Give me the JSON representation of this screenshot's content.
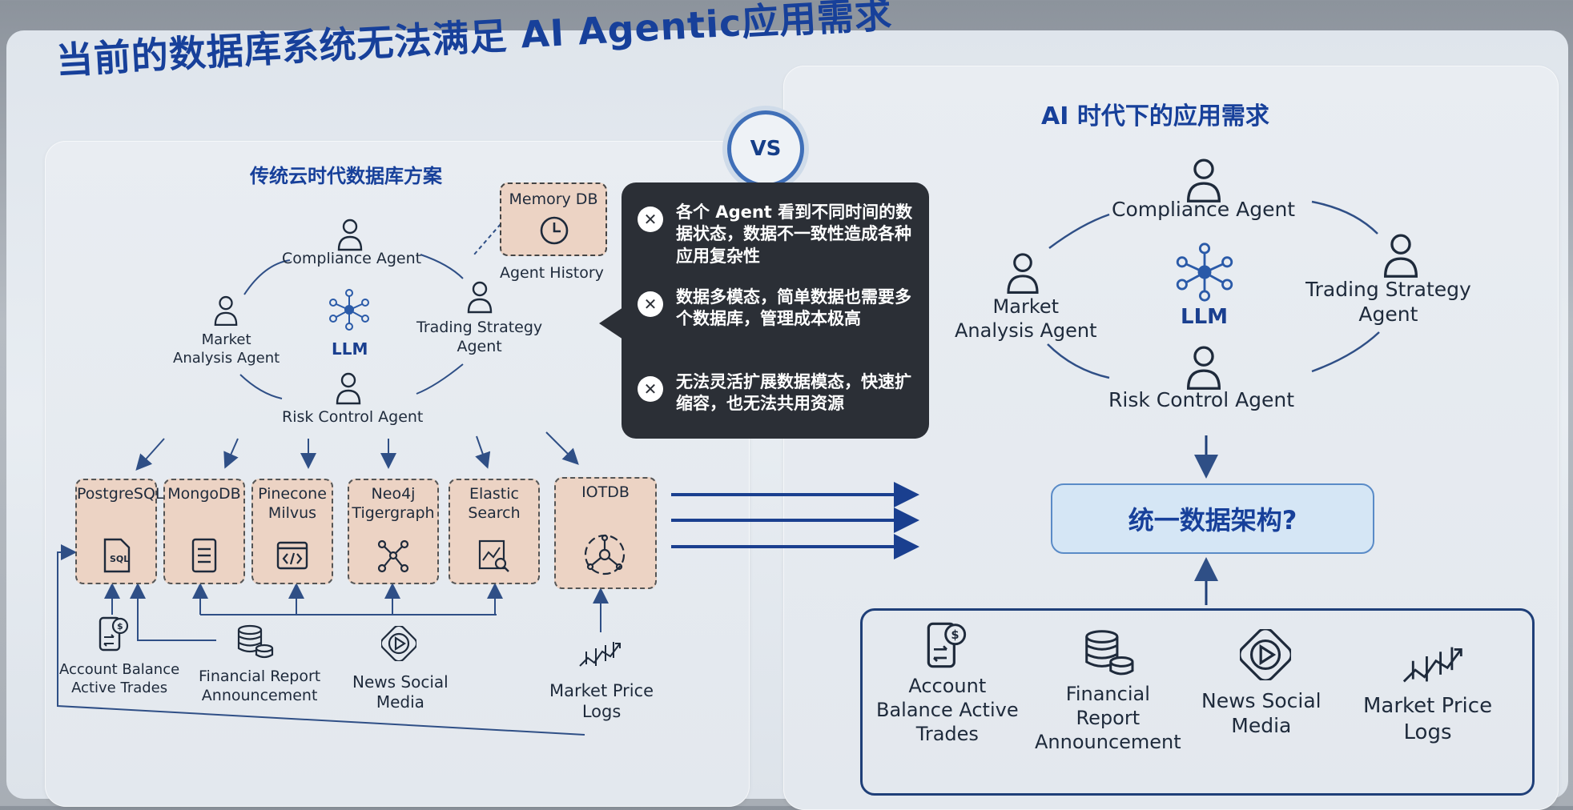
{
  "title": "当前的数据库系统无法满足 AI Agentic应用需求",
  "vs_label": "VS",
  "left": {
    "title": "传统云时代数据库方案",
    "agents": {
      "compliance": "Compliance Agent",
      "market": "Market\nAnalysis Agent",
      "llm": "LLM",
      "trading": "Trading Strategy\nAgent",
      "risk": "Risk Control Agent"
    },
    "memory_db": "Memory DB",
    "agent_history": "Agent History",
    "databases": [
      {
        "name": "PostgreSQL",
        "icon": "sql-file-icon"
      },
      {
        "name": "MongoDB",
        "icon": "document-icon"
      },
      {
        "name": "Pinecone\nMilvus",
        "icon": "code-window-icon"
      },
      {
        "name": "Neo4j\nTigergraph",
        "icon": "graph-icon"
      },
      {
        "name": "Elastic\nSearch",
        "icon": "chart-search-icon"
      },
      {
        "name": "IOTDB",
        "icon": "iot-hub-icon"
      }
    ],
    "sources": [
      {
        "label": "Account Balance\nActive Trades",
        "icon": "account-icon"
      },
      {
        "label": "Financial Report\nAnnouncement",
        "icon": "database-stack-icon"
      },
      {
        "label": "News Social\nMedia",
        "icon": "play-media-icon"
      },
      {
        "label": "Market Price\nLogs",
        "icon": "price-chart-icon"
      }
    ]
  },
  "issues": [
    "各个 Agent 看到不同时间的数据状态，数据不一致性造成各种应用复杂性",
    "数据多模态，简单数据也需要多个数据库，管理成本极高",
    "无法灵活扩展数据模态，快速扩缩容，也无法共用资源"
  ],
  "right": {
    "title": "AI 时代下的应用需求",
    "agents": {
      "compliance": "Compliance Agent",
      "market": "Market\nAnalysis Agent",
      "llm": "LLM",
      "trading": "Trading Strategy\nAgent",
      "risk": "Risk Control Agent"
    },
    "unified": "统一数据架构?",
    "sources": [
      {
        "label": "Account\nBalance Active\nTrades",
        "icon": "account-icon"
      },
      {
        "label": "Financial\nReport\nAnnouncement",
        "icon": "database-stack-icon"
      },
      {
        "label": "News Social\nMedia",
        "icon": "play-media-icon"
      },
      {
        "label": "Market Price\nLogs",
        "icon": "price-chart-icon"
      }
    ]
  },
  "colors": {
    "title_blue": "#17409a",
    "db_fill": "#ecd3c4",
    "issue_bg": "#2b2f36",
    "line_dark": "#1f3f78"
  }
}
